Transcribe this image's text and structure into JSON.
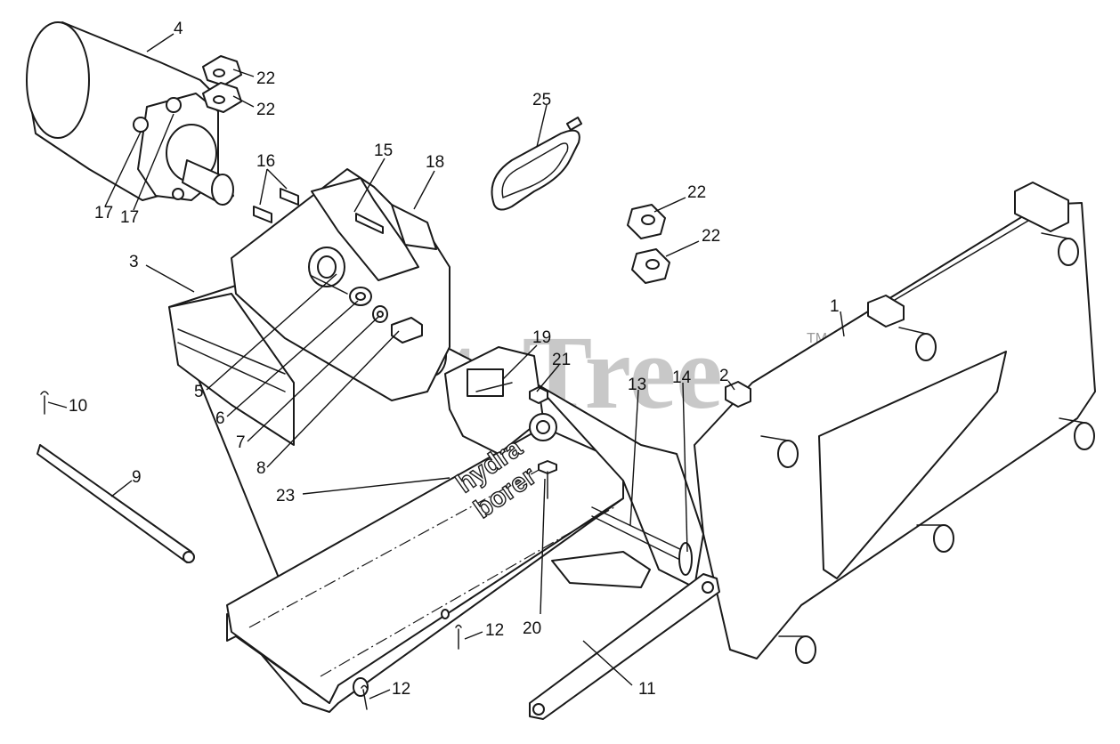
{
  "watermark": {
    "brand": "PartsTree",
    "trademark": "TM"
  },
  "frame_decal": {
    "line1": "hydra",
    "line2": "borer"
  },
  "callouts": {
    "c1": "1",
    "c2": "2",
    "c3": "3",
    "c4": "4",
    "c5": "5",
    "c6": "6",
    "c7": "7",
    "c8": "8",
    "c9": "9",
    "c10": "10",
    "c11": "11",
    "c12a": "12",
    "c12b": "12",
    "c13": "13",
    "c14": "14",
    "c15": "15",
    "c16": "16",
    "c17a": "17",
    "c17b": "17",
    "c18": "18",
    "c19": "19",
    "c20": "20",
    "c21": "21",
    "c22a": "22",
    "c22b": "22",
    "c22c": "22",
    "c22d": "22",
    "c23": "23",
    "c25": "25"
  }
}
